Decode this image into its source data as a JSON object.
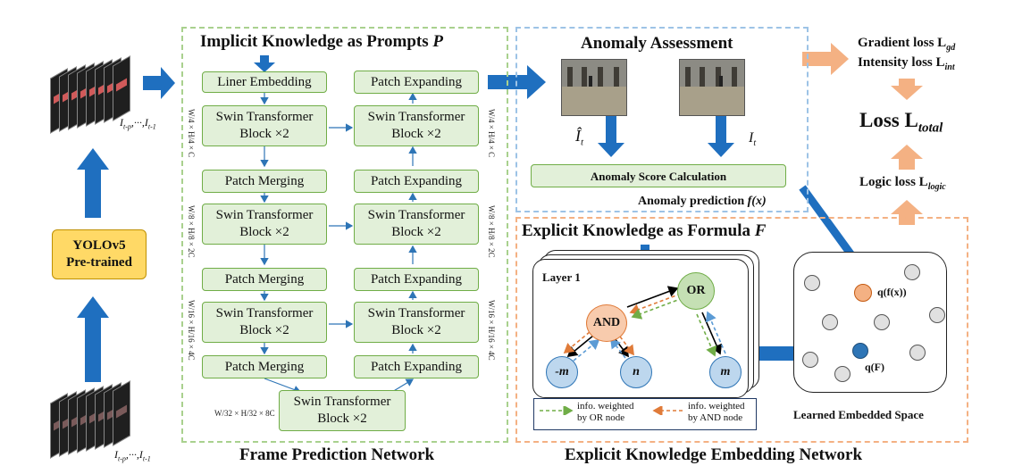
{
  "left_column": {
    "top_frames_label": "I",
    "top_frames_sub": "t-p",
    "top_frames_rest": ",···,I",
    "top_frames_sub2": "t-1",
    "bottom_frames_label": "I",
    "bottom_frames_sub": "t-p",
    "bottom_frames_rest": ",···,I",
    "bottom_frames_sub2": "t-1",
    "yolo_line1": "YOLOv5",
    "yolo_line2": "Pre-trained"
  },
  "frame_prediction": {
    "title": "Implicit Knowledge as Prompts ",
    "title_var": "P",
    "caption": "Frame Prediction Network",
    "encoder": [
      "Liner Embedding",
      "Swin Transformer Block ×2",
      "Patch Merging",
      "Swin Transformer Block ×2",
      "Patch Merging",
      "Swin Transformer Block ×2",
      "Patch Merging"
    ],
    "decoder": [
      "Patch Expanding",
      "Swin Transformer Block ×2",
      "Patch Expanding",
      "Swin Transformer Block ×2",
      "Patch Expanding",
      "Swin Transformer Block ×2",
      "Patch Expanding"
    ],
    "bottleneck": "Swin Transformer Block ×2",
    "dims": [
      "W/4 × H/4 × C",
      "W/8 × H/8 × 2C",
      "W/16 × H/16 × 4C",
      "W/32 × H/32 × 8C"
    ]
  },
  "anomaly": {
    "title": "Anomaly Assessment",
    "pred_label": "Î",
    "pred_sub": "t",
    "gt_label": "I",
    "gt_sub": "t",
    "score_box": "Anomaly Score Calculation",
    "prediction_text": "Anomaly prediction ",
    "prediction_fn": "f(x)"
  },
  "losses": {
    "gradient": "Gradient loss L",
    "gradient_sub": "gd",
    "intensity": "Intensity loss L",
    "intensity_sub": "int",
    "total": "Loss L",
    "total_sub": "total",
    "logic": "Logic loss L",
    "logic_sub": "logic"
  },
  "explicit": {
    "title": "Explicit Knowledge as Formula ",
    "title_var": "F",
    "caption": "Explicit Knowledge Embedding Network",
    "layer_label": "Layer 1",
    "or_node": "OR",
    "and_node": "AND",
    "leaf_neg_m": "-m",
    "leaf_n": "n",
    "leaf_m": "m",
    "legend_or": "info. weighted by OR node",
    "legend_and": "info. weighted by AND node",
    "embedded_space": "Learned Embedded Space",
    "q_fx": "q(f(x))",
    "q_F": "q(F)"
  },
  "colors": {
    "arrow_blue": "#1f6fbf",
    "arrow_orange": "#f4b183",
    "box_green": "#e2f0d9",
    "or_node": "#c5e0b4",
    "and_node": "#f8cbad",
    "leaf_node": "#bdd7ee",
    "q_fx_dot": "#f4b183",
    "q_F_dot": "#2e75b6",
    "yolo_fill": "#ffd966"
  }
}
